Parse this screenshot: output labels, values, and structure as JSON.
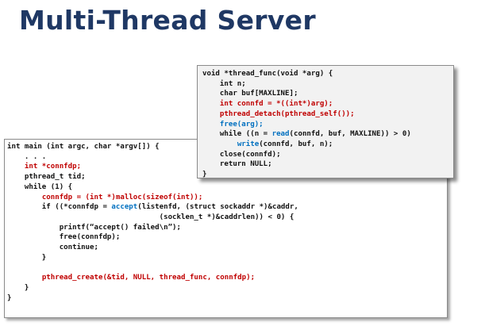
{
  "slide": {
    "title": "Multi-Thread Server"
  },
  "colors": {
    "title": "#1f3864",
    "code_default": "#111111",
    "code_highlight_red": "#c00000",
    "code_highlight_blue": "#0070c0",
    "thread_box_background": "#f2f2f2"
  },
  "main_code": [
    [
      {
        "t": "int main (int argc, char *argv[]) {",
        "c": "dark"
      }
    ],
    [
      {
        "t": "    . . .",
        "c": "dark"
      }
    ],
    [
      {
        "t": "    ",
        "c": "dark"
      },
      {
        "t": "int *connfdp;",
        "c": "red"
      }
    ],
    [
      {
        "t": "    pthread_t tid;",
        "c": "dark"
      }
    ],
    [
      {
        "t": "    while (1) {",
        "c": "dark"
      }
    ],
    [
      {
        "t": "        ",
        "c": "dark"
      },
      {
        "t": "connfdp = (int *)malloc(sizeof(int));",
        "c": "red"
      }
    ],
    [
      {
        "t": "        if ((*connfdp = ",
        "c": "dark"
      },
      {
        "t": "accept",
        "c": "blue"
      },
      {
        "t": "(listenfd, (struct sockaddr *)&caddr,",
        "c": "dark"
      }
    ],
    [
      {
        "t": "                                   (socklen_t *)&caddrlen)) < 0) {",
        "c": "dark"
      }
    ],
    [
      {
        "t": "            printf(“accept() failed\\n”);",
        "c": "dark"
      }
    ],
    [
      {
        "t": "            free(connfdp);",
        "c": "dark"
      }
    ],
    [
      {
        "t": "            continue;",
        "c": "dark"
      }
    ],
    [
      {
        "t": "        }",
        "c": "dark"
      }
    ],
    [
      {
        "t": "",
        "c": "dark"
      }
    ],
    [
      {
        "t": "        ",
        "c": "dark"
      },
      {
        "t": "pthread_create(&tid, NULL, thread_func, connfdp);",
        "c": "red"
      }
    ],
    [
      {
        "t": "    }",
        "c": "dark"
      }
    ],
    [
      {
        "t": "}",
        "c": "dark"
      }
    ]
  ],
  "thread_code": [
    [
      {
        "t": "void *thread_func(void *arg) {",
        "c": "dark"
      }
    ],
    [
      {
        "t": "    int n;",
        "c": "dark"
      }
    ],
    [
      {
        "t": "    char buf[MAXLINE];",
        "c": "dark"
      }
    ],
    [
      {
        "t": "    ",
        "c": "dark"
      },
      {
        "t": "int connfd = *((int*)arg);",
        "c": "red"
      }
    ],
    [
      {
        "t": "    ",
        "c": "dark"
      },
      {
        "t": "pthread_detach(pthread_self());",
        "c": "red"
      }
    ],
    [
      {
        "t": "    ",
        "c": "dark"
      },
      {
        "t": "free(arg);",
        "c": "blue"
      }
    ],
    [
      {
        "t": "    while ((n = ",
        "c": "dark"
      },
      {
        "t": "read",
        "c": "blue"
      },
      {
        "t": "(connfd, buf, MAXLINE)) > 0)",
        "c": "dark"
      }
    ],
    [
      {
        "t": "        ",
        "c": "dark"
      },
      {
        "t": "write",
        "c": "blue"
      },
      {
        "t": "(connfd, buf, n);",
        "c": "dark"
      }
    ],
    [
      {
        "t": "    close(connfd);",
        "c": "dark"
      }
    ],
    [
      {
        "t": "    return NULL;",
        "c": "dark"
      }
    ],
    [
      {
        "t": "}",
        "c": "dark"
      }
    ]
  ]
}
